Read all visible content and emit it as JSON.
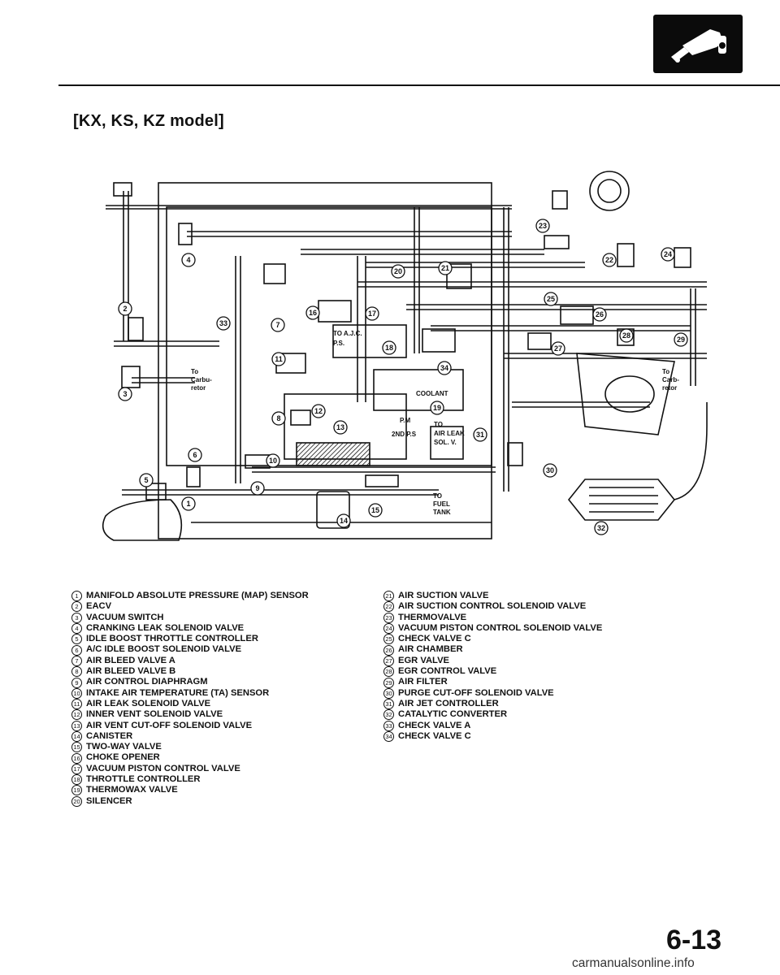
{
  "header": {
    "model_title": "[KX, KS, KZ model]"
  },
  "diagram": {
    "part_numbers": [
      "1",
      "2",
      "3",
      "4",
      "5",
      "6",
      "7",
      "8",
      "9",
      "10",
      "11",
      "12",
      "13",
      "14",
      "15",
      "16",
      "17",
      "18",
      "19",
      "20",
      "21",
      "22",
      "23",
      "24",
      "25",
      "26",
      "27",
      "28",
      "29",
      "30",
      "31",
      "32",
      "33",
      "34"
    ],
    "labels": {
      "to_carburetor_left": [
        "To",
        "Carbu-",
        "retor"
      ],
      "to_carburetor_right": [
        "To",
        "Carb-",
        "retor"
      ],
      "to_ajc_ps": [
        "TO A.J.C.",
        "P.S."
      ],
      "coolant": "COOLANT",
      "pm": "P.M",
      "second_ps": "2ND P.S",
      "to_air_leak_sol": [
        "TO",
        "AIR LEAK",
        "SOL. V."
      ],
      "to_fuel_tank": [
        "TO",
        "FUEL",
        "TANK"
      ]
    }
  },
  "legend": {
    "left": [
      {
        "num": "1",
        "text": "MANIFOLD ABSOLUTE PRESSURE (MAP) SENSOR"
      },
      {
        "num": "2",
        "text": "EACV"
      },
      {
        "num": "3",
        "text": "VACUUM SWITCH"
      },
      {
        "num": "4",
        "text": "CRANKING LEAK SOLENOID VALVE"
      },
      {
        "num": "5",
        "text": "IDLE BOOST THROTTLE CONTROLLER"
      },
      {
        "num": "6",
        "text": "A/C IDLE BOOST SOLENOID VALVE"
      },
      {
        "num": "7",
        "text": "AIR BLEED VALVE A"
      },
      {
        "num": "8",
        "text": "AIR BLEED VALVE B"
      },
      {
        "num": "9",
        "text": "AIR CONTROL DIAPHRAGM"
      },
      {
        "num": "10",
        "text": "INTAKE AIR TEMPERATURE (TA) SENSOR"
      },
      {
        "num": "11",
        "text": "AIR LEAK SOLENOID VALVE"
      },
      {
        "num": "12",
        "text": "INNER VENT SOLENOID VALVE"
      },
      {
        "num": "13",
        "text": "AIR VENT CUT-OFF SOLENOID VALVE"
      },
      {
        "num": "14",
        "text": "CANISTER"
      },
      {
        "num": "15",
        "text": "TWO-WAY VALVE"
      },
      {
        "num": "16",
        "text": "CHOKE OPENER"
      },
      {
        "num": "17",
        "text": "VACUUM PISTON CONTROL VALVE"
      },
      {
        "num": "18",
        "text": "THROTTLE CONTROLLER"
      },
      {
        "num": "19",
        "text": "THERMOWAX VALVE"
      },
      {
        "num": "20",
        "text": "SILENCER"
      }
    ],
    "right": [
      {
        "num": "21",
        "text": "AIR SUCTION VALVE"
      },
      {
        "num": "22",
        "text": "AIR SUCTION CONTROL SOLENOID VALVE"
      },
      {
        "num": "23",
        "text": "THERMOVALVE"
      },
      {
        "num": "24",
        "text": "VACUUM PISTON CONTROL SOLENOID VALVE"
      },
      {
        "num": "25",
        "text": "CHECK VALVE C"
      },
      {
        "num": "26",
        "text": "AIR CHAMBER"
      },
      {
        "num": "27",
        "text": "EGR VALVE"
      },
      {
        "num": "28",
        "text": "EGR CONTROL VALVE"
      },
      {
        "num": "29",
        "text": "AIR FILTER"
      },
      {
        "num": "30",
        "text": "PURGE CUT-OFF SOLENOID VALVE"
      },
      {
        "num": "31",
        "text": "AIR JET CONTROLLER"
      },
      {
        "num": "32",
        "text": "CATALYTIC CONVERTER"
      },
      {
        "num": "33",
        "text": "CHECK VALVE A"
      },
      {
        "num": "34",
        "text": "CHECK VALVE C"
      }
    ]
  },
  "footer": {
    "page_number": "6-13",
    "watermark": "carmanualsonline.info"
  }
}
